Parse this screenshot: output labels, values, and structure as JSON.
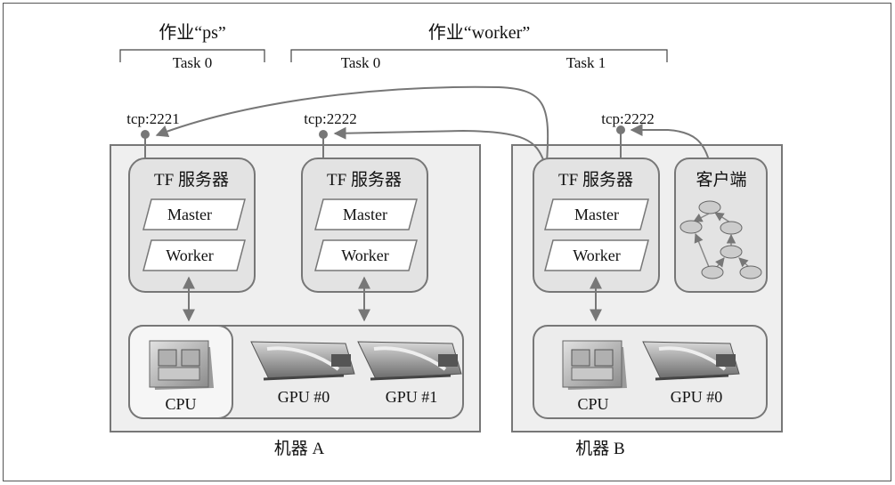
{
  "jobs": {
    "ps": {
      "title": "作业“ps”",
      "tasks": [
        "Task 0"
      ]
    },
    "worker": {
      "title": "作业“worker”",
      "tasks": [
        "Task 0",
        "Task 1"
      ]
    }
  },
  "ports": {
    "a_ps": "tcp:2221",
    "a_worker": "tcp:2222",
    "b_worker": "tcp:2222"
  },
  "machine_a": {
    "label": "机器 A",
    "server_ps": {
      "title": "TF 服务器",
      "master": "Master",
      "worker": "Worker"
    },
    "server_worker": {
      "title": "TF 服务器",
      "master": "Master",
      "worker": "Worker"
    },
    "devices": {
      "cpu": "CPU",
      "gpu0": "GPU #0",
      "gpu1": "GPU #1"
    }
  },
  "machine_b": {
    "label": "机器 B",
    "server_worker": {
      "title": "TF 服务器",
      "master": "Master",
      "worker": "Worker"
    },
    "client": {
      "title": "客户端"
    },
    "devices": {
      "cpu": "CPU",
      "gpu0": "GPU #0"
    }
  },
  "colors": {
    "box_fill": "#efefef",
    "box_stroke": "#777777",
    "server_fill": "#e3e3e3",
    "arrow": "#777777",
    "node_fill": "#cccccc"
  }
}
